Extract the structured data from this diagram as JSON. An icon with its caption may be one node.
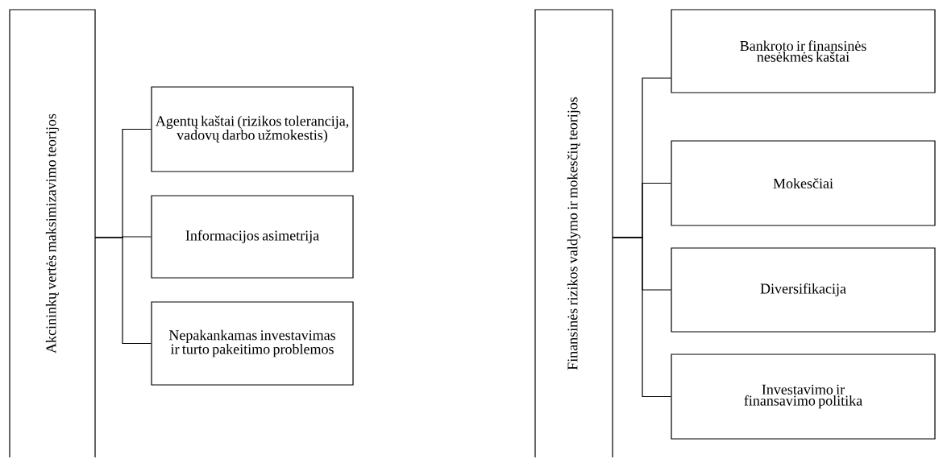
{
  "diagram": {
    "nodes": [
      {
        "text": [
          "Akcininkų vertės maksimizavimo teorijos"
        ]
      },
      {
        "text": [
          "Agentų kaštai (rizikos tolerancija, vadovų darbo užmokestis)"
        ]
      },
      {
        "text": [
          "Informacijos asimetrija"
        ]
      },
      {
        "text": [
          "Nepakankamas investavimas ir turto pakeitimo problemos"
        ]
      },
      {
        "text": [
          "Finansinės rizikos valdymo ir mokesčių teorijos"
        ]
      },
      {
        "text": [
          "Bankroto ir finansinės nesėkmės kaštai"
        ]
      },
      {
        "text": [
          "Mokesčiai"
        ]
      },
      {
        "text": [
          "Diversifikacija"
        ]
      },
      {
        "text": [
          "Investavimo ir finansavimo politika"
        ]
      }
    ],
    "edges": [
      {
        "from": 0,
        "to": 1,
        "arrow": "none"
      },
      {
        "from": 0,
        "to": 2,
        "arrow": "none"
      },
      {
        "from": 0,
        "to": 3,
        "arrow": "none"
      },
      {
        "from": 4,
        "to": 5,
        "arrow": "none"
      },
      {
        "from": 4,
        "to": 6,
        "arrow": "none"
      },
      {
        "from": 4,
        "to": 7,
        "arrow": "none"
      },
      {
        "from": 4,
        "to": 8,
        "arrow": "none"
      }
    ]
  }
}
